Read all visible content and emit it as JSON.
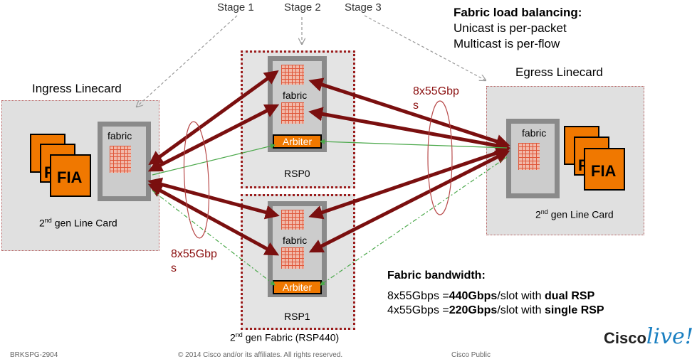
{
  "stages": [
    "Stage 1",
    "Stage 2",
    "Stage 3"
  ],
  "load_balancing": {
    "title": "Fabric load balancing:",
    "line1": "Unicast is per-packet",
    "line2": "Multicast is per-flow"
  },
  "ingress": {
    "title": "Ingress Linecard",
    "fabric_label": "fabric",
    "fia_label": "FIA",
    "fia_partial": "F",
    "card_sup": "nd",
    "card_prefix": "2",
    "card_suffix": " gen Line Card"
  },
  "egress": {
    "title": "Egress Linecard",
    "fabric_label": "fabric",
    "fia_label": "FIA",
    "fia_partial": "F",
    "card_sup": "nd",
    "card_prefix": "2",
    "card_suffix": " gen Line Card"
  },
  "rsp0": {
    "label": "RSP0",
    "fabric_label": "fabric",
    "arbiter": "Arbiter"
  },
  "rsp1": {
    "label": "RSP1",
    "fabric_label": "fabric",
    "arbiter": "Arbiter"
  },
  "gen_fabric": {
    "prefix": "2",
    "sup": "nd",
    "suffix": " gen Fabric (RSP440)"
  },
  "link_label_top": "8x55Gbp\ns",
  "link_label_bottom": "8x55Gbp\ns",
  "bandwidth": {
    "title": "Fabric bandwidth:",
    "l1_a": "8x55Gbps =",
    "l1_b": "440Gbps",
    "l1_c": "/slot with ",
    "l1_d": "dual RSP",
    "l2_a": "4x55Gbps =",
    "l2_b": "220Gbps",
    "l2_c": "/slot with ",
    "l2_d": "single RSP"
  },
  "footer": {
    "code": "BRKSPG-2904",
    "copyright": "© 2014 Cisco and/or its affiliates. All rights reserved.",
    "public": "Cisco Public",
    "logo_a": "Cisco",
    "logo_b": "live!"
  },
  "colors": {
    "link": "#7a0f0f",
    "orange": "#f07800",
    "green": "#4aa84a"
  }
}
